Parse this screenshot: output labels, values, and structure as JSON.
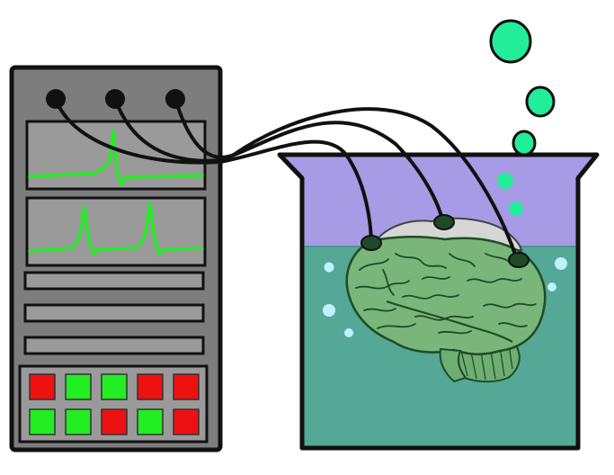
{
  "colors": {
    "background": "#ffffff",
    "outline": "#111111",
    "machine_body": "#7d7d7d",
    "screen_bg": "#9a9a9a",
    "waveform": "#22ee22",
    "button_red": "#ee1111",
    "button_green": "#22ee22",
    "liquid": "#55a796",
    "beaker_top": "#a79be6",
    "bubble_liquid": "#bff2ff",
    "bubble_air": "#22ee99",
    "brain_fill": "#7ab67a",
    "brain_exposed": "#d6d6d6",
    "electrode": "#1e4a26"
  },
  "icons": {
    "machine": "monitoring-machine-icon",
    "beaker": "beaker-icon",
    "brain": "brain-icon",
    "electrode": "electrode-icon",
    "bubble": "bubble-icon"
  },
  "panel_buttons": [
    [
      "red",
      "green",
      "green",
      "red",
      "red"
    ],
    [
      "green",
      "green",
      "red",
      "green",
      "red"
    ]
  ]
}
